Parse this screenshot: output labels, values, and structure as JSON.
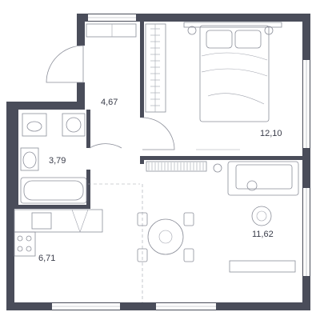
{
  "rooms": [
    {
      "id": "hall",
      "area": "4,67"
    },
    {
      "id": "bathroom",
      "area": "3,79"
    },
    {
      "id": "bedroom",
      "area": "12,10"
    },
    {
      "id": "living",
      "area": "11,62"
    },
    {
      "id": "kitchen",
      "area": "6,71"
    }
  ],
  "colors": {
    "wall": "#4a4d5a",
    "fixture": "#8b8e99",
    "window": "#ffffff"
  }
}
